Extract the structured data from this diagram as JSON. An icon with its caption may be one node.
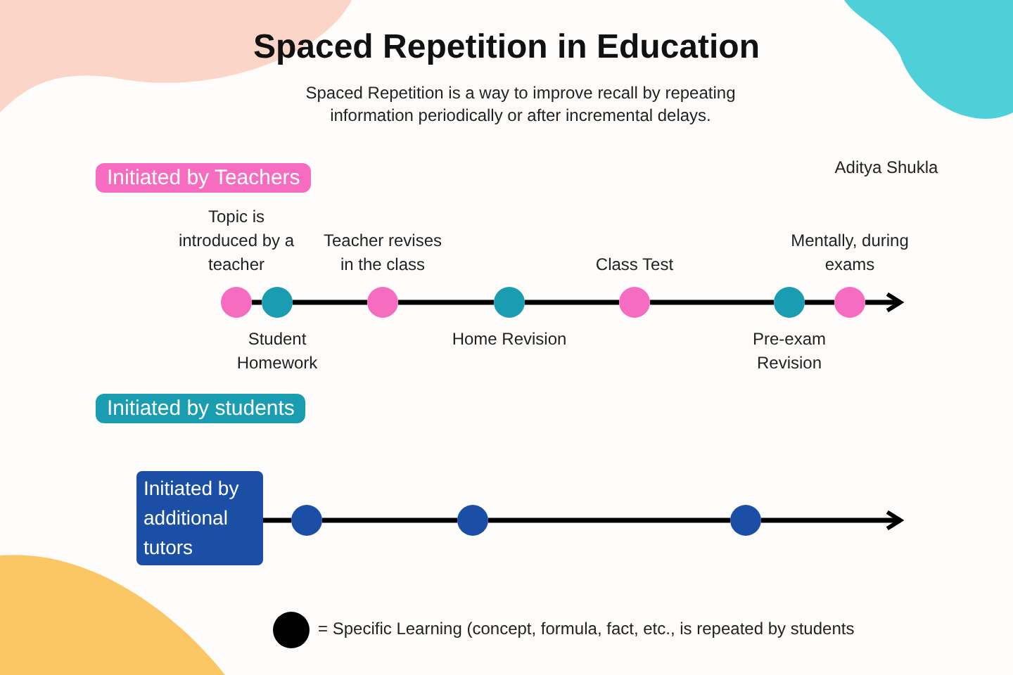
{
  "diagram": {
    "title": "Spaced Repetition in Education",
    "nodes": [
      {
        "text": [
          "Initiated by Teachers"
        ]
      },
      {
        "text": [
          "Initiated by students"
        ]
      },
      {
        "text": [],
        "shape": "circle",
        "beside": [
          "Topic is introduced by a teacher"
        ]
      },
      {
        "text": [],
        "shape": "circle",
        "beside": [
          "Student Homework"
        ]
      },
      {
        "text": [],
        "shape": "circle",
        "beside": [
          "Teacher revises in the class"
        ]
      },
      {
        "text": [],
        "shape": "circle",
        "beside": [
          "Home Revision"
        ]
      },
      {
        "text": [],
        "shape": "circle",
        "beside": [
          "Class Test"
        ]
      },
      {
        "text": [],
        "shape": "circle",
        "beside": [
          "Pre-exam Revision"
        ]
      },
      {
        "text": [],
        "shape": "circle",
        "beside": [
          "Mentally, during exams"
        ]
      },
      {
        "text": [
          "Initiated by additional tutors"
        ]
      },
      {
        "text": [],
        "shape": "circle"
      },
      {
        "text": [],
        "shape": "circle"
      },
      {
        "text": [],
        "shape": "circle"
      }
    ],
    "edges": [
      {
        "from": 2,
        "to": 3,
        "arrow": "none"
      },
      {
        "from": 3,
        "to": 4,
        "arrow": "none"
      },
      {
        "from": 4,
        "to": 5,
        "arrow": "none"
      },
      {
        "from": 5,
        "to": 6,
        "arrow": "none"
      },
      {
        "from": 6,
        "to": 7,
        "arrow": "none"
      },
      {
        "from": 7,
        "to": 8,
        "arrow": "none"
      },
      {
        "from": 8,
        "to": null,
        "arrow": "to"
      },
      {
        "from": 9,
        "to": 10,
        "arrow": "none"
      },
      {
        "from": 10,
        "to": 11,
        "arrow": "none"
      },
      {
        "from": 11,
        "to": 12,
        "arrow": "none"
      },
      {
        "from": 12,
        "to": null,
        "arrow": "to"
      }
    ],
    "labels": [
      "Spaced Repetition is a way to improve recall by repeating information periodically or after incremental delays.",
      "Aditya Shukla"
    ],
    "legend": [
      {
        "text": "= Specific Learning (concept, formula, fact, etc., is repeated by students",
        "color": "#000000"
      }
    ]
  }
}
